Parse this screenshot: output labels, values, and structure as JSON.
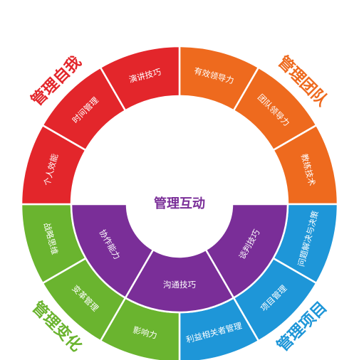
{
  "center": {
    "title": "管理互动"
  },
  "quadrants": [
    {
      "id": "self",
      "title": "管理自我",
      "color": "#e3262b"
    },
    {
      "id": "team",
      "title": "管理团队",
      "color": "#ee6a1e"
    },
    {
      "id": "project",
      "title": "管理项目",
      "color": "#1e96d8"
    },
    {
      "id": "change",
      "title": "管理变化",
      "color": "#6ab42f"
    }
  ],
  "outer_ring": [
    {
      "label": "有效领导力",
      "quadrant": "team"
    },
    {
      "label": "团队领导力",
      "quadrant": "team"
    },
    {
      "label": "教练技术",
      "quadrant": "team"
    },
    {
      "label": "问题解决与决策",
      "quadrant": "project"
    },
    {
      "label": "项目管理",
      "quadrant": "project"
    },
    {
      "label": "利益相关者管理",
      "quadrant": "project"
    },
    {
      "label": "影响力",
      "quadrant": "change"
    },
    {
      "label": "变革管理",
      "quadrant": "change"
    },
    {
      "label": "战略思维",
      "quadrant": "change"
    },
    {
      "label": "个人效能",
      "quadrant": "self"
    },
    {
      "label": "时间管理",
      "quadrant": "self"
    },
    {
      "label": "演讲技巧",
      "quadrant": "self"
    }
  ],
  "inner_ring": [
    {
      "label": "谈判技巧"
    },
    {
      "label": "沟通技巧"
    },
    {
      "label": "协作能力"
    }
  ],
  "colors": {
    "inner": "#7a2e98",
    "divider": "#ffffff"
  }
}
